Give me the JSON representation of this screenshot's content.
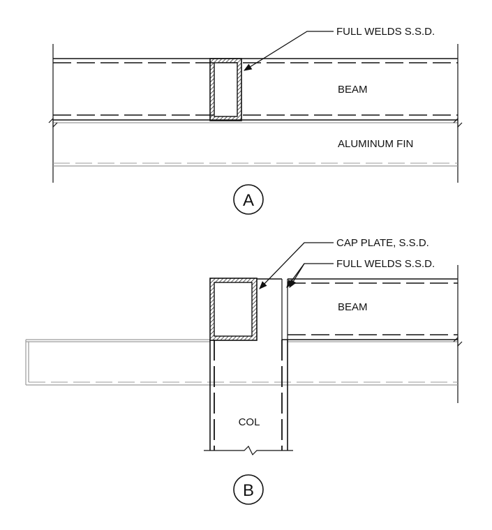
{
  "detail_a": {
    "bubble": "A",
    "weld_note": "FULL WELDS S.S.D.",
    "beam_label": "BEAM",
    "fin_label": "ALUMINUM FIN"
  },
  "detail_b": {
    "bubble": "B",
    "cap_note": "CAP PLATE, S.S.D.",
    "weld_note": "FULL WELDS S.S.D.",
    "beam_label": "BEAM",
    "col_label": "COL"
  }
}
